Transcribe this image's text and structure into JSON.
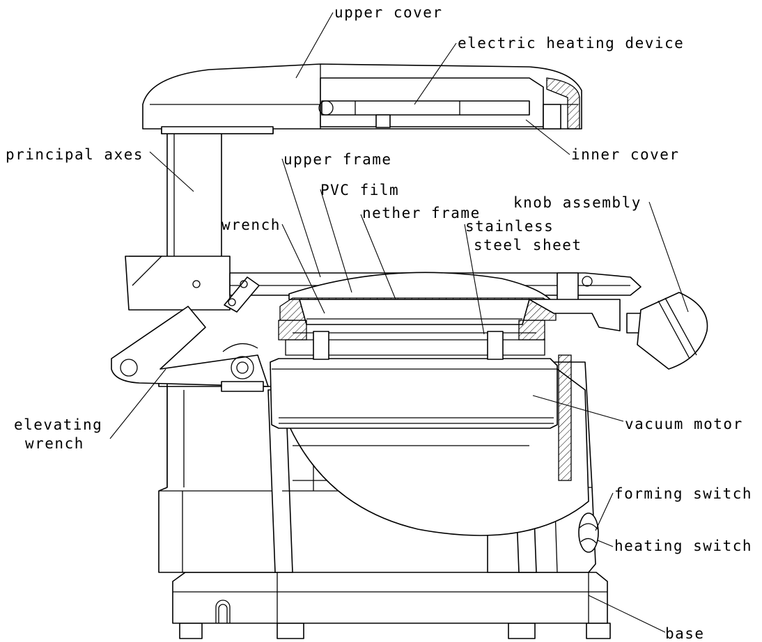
{
  "labels": {
    "upper_cover": "upper cover",
    "electric_heating_device": "electric heating device",
    "inner_cover": "inner cover",
    "principal_axes": "principal axes",
    "upper_frame": "upper frame",
    "pvc_film": "PVC film",
    "nether_frame": "nether frame",
    "stainless_line1": "stainless",
    "stainless_line2": "steel sheet",
    "knob_assembly": "knob assembly",
    "wrench": "wrench",
    "elevating_line1": "elevating",
    "elevating_line2": "wrench",
    "vacuum_motor": "vacuum motor",
    "forming_switch": "forming switch",
    "heating_switch": "heating switch",
    "base": "base"
  }
}
